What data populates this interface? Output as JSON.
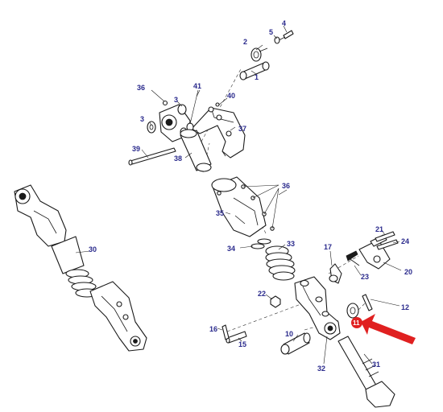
{
  "diagram": {
    "callouts": {
      "c1": "1",
      "c2": "2",
      "c3a": "3",
      "c3b": "3",
      "c4": "4",
      "c5": "5",
      "c10": "10",
      "c11": "11",
      "c12": "12",
      "c15": "15",
      "c16": "16",
      "c17": "17",
      "c20": "20",
      "c21": "21",
      "c22": "22",
      "c23": "23",
      "c24": "24",
      "c30": "30",
      "c31": "31",
      "c32": "32",
      "c33": "33",
      "c34": "34",
      "c35": "35",
      "c36a": "36",
      "c36b": "36",
      "c37": "37",
      "c38": "38",
      "c39": "39",
      "c40": "40",
      "c41": "41"
    },
    "highlight": {
      "part": "11",
      "marker_color": "#e02020",
      "arrow_color": "#e02020"
    },
    "callout_color": "#2a2a8c",
    "line_color": "#1a1a1a"
  }
}
